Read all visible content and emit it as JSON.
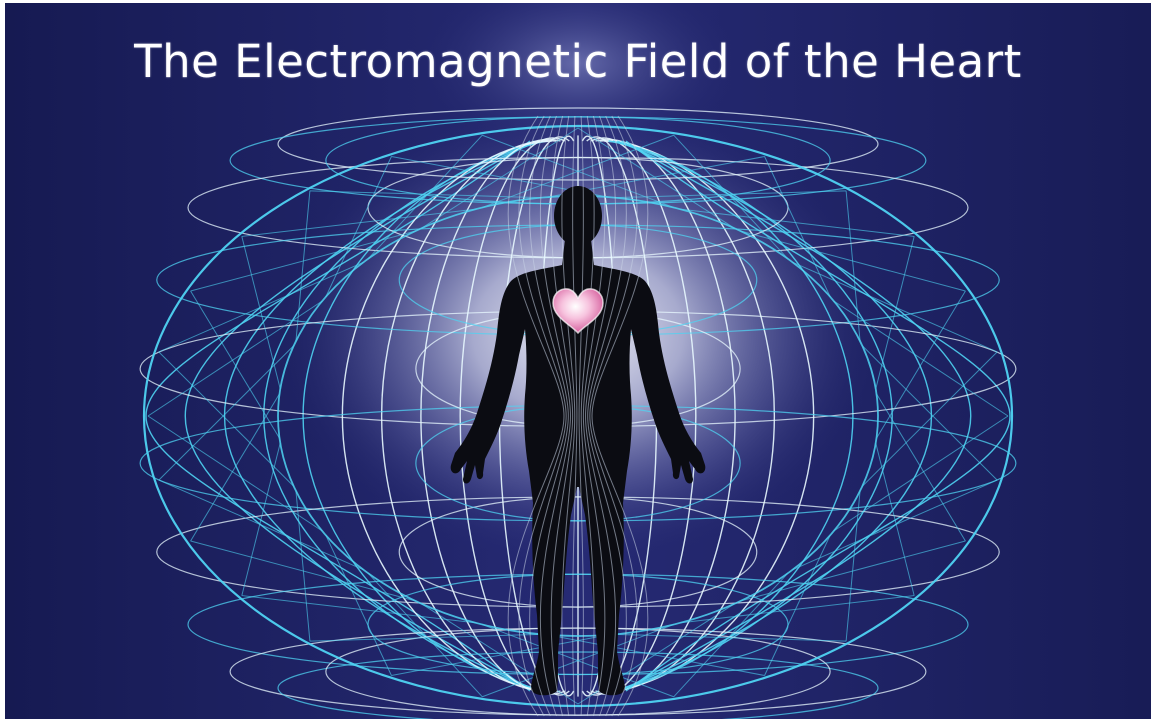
{
  "title": "The Electromagnetic Field of the Heart",
  "colors": {
    "background": "#22256b",
    "background_edge": "#161a52",
    "field_outer": "#4fd3f2",
    "field_inner": "#e8f8ff",
    "glow": "#ffffff",
    "figure": "#0b0c12",
    "heart": "#f29ac8"
  },
  "elements": {
    "field": "toroidal-field",
    "figure": "human-silhouette",
    "heart": "heart-icon"
  }
}
